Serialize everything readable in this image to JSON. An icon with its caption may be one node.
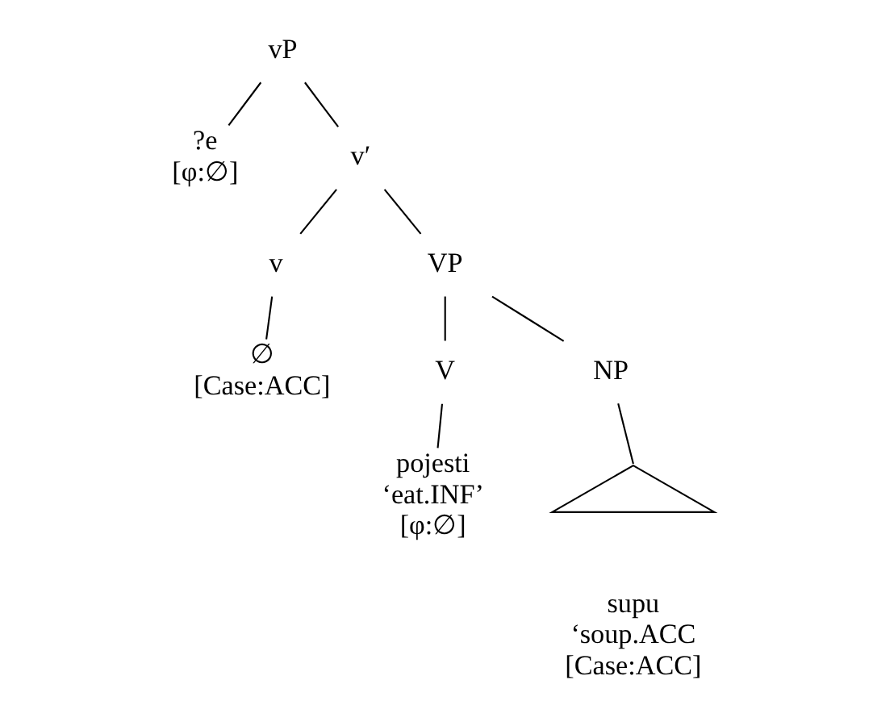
{
  "diagram": {
    "nodes": [
      {
        "text": [
          "vP"
        ]
      },
      {
        "text": [
          "?e",
          "[φ:∅]"
        ]
      },
      {
        "text": [
          "v′"
        ]
      },
      {
        "text": [
          "v"
        ]
      },
      {
        "text": [
          "∅",
          "[Case:ACC]"
        ]
      },
      {
        "text": [
          "VP"
        ]
      },
      {
        "text": [
          "V"
        ]
      },
      {
        "text": [
          "NP"
        ]
      },
      {
        "text": [
          "pojesti",
          "‘eat.INF’",
          "[φ:∅]"
        ]
      },
      {
        "text": [],
        "shape": "triangle"
      },
      {
        "text": [
          "supu",
          "‘soup.ACC",
          "[Case:ACC]"
        ]
      }
    ],
    "edges": [
      {
        "from": 0,
        "to": 1,
        "arrow": "none"
      },
      {
        "from": 0,
        "to": 2,
        "arrow": "none"
      },
      {
        "from": 2,
        "to": 3,
        "arrow": "none"
      },
      {
        "from": 2,
        "to": 5,
        "arrow": "none"
      },
      {
        "from": 3,
        "to": 4,
        "arrow": "none"
      },
      {
        "from": 5,
        "to": 6,
        "arrow": "none"
      },
      {
        "from": 5,
        "to": 7,
        "arrow": "none"
      },
      {
        "from": 6,
        "to": 8,
        "arrow": "none"
      },
      {
        "from": 7,
        "to": 9,
        "arrow": "none"
      }
    ]
  }
}
